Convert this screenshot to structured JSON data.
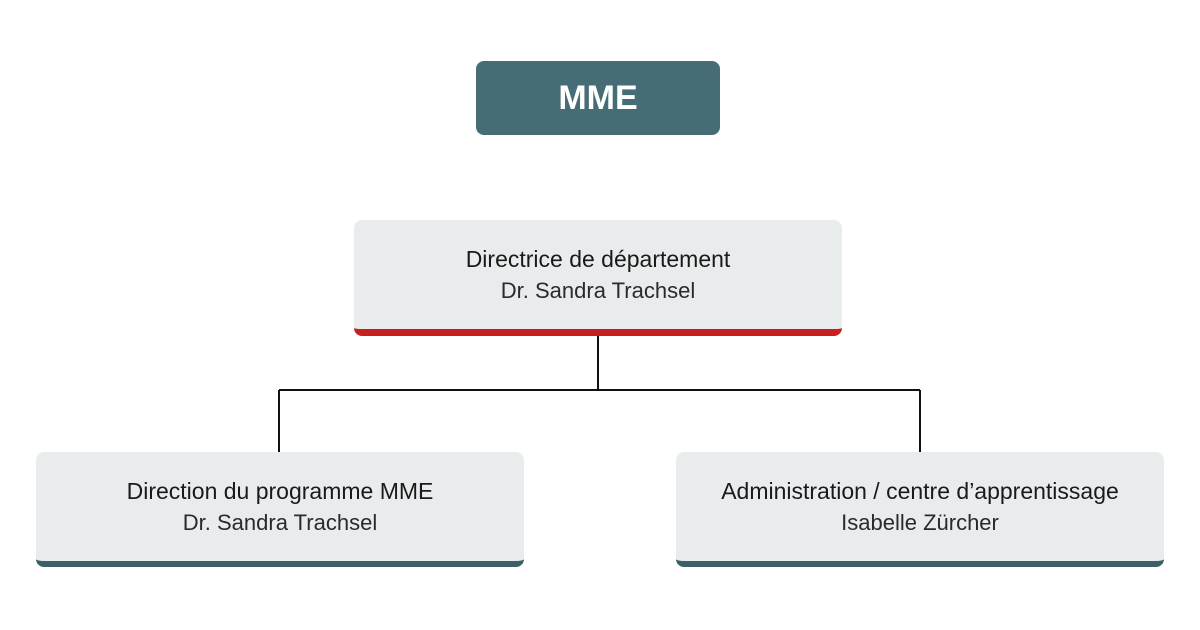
{
  "title": "MME",
  "nodes": {
    "head": {
      "role": "Directrice de département",
      "person": "Dr. Sandra Trachsel"
    },
    "left": {
      "role": "Direction du programme MME",
      "person": "Dr. Sandra Trachsel"
    },
    "right": {
      "role": "Administration / centre d’apprentissage",
      "person": "Isabelle Zürcher"
    }
  },
  "colors": {
    "title_box": "#466d75",
    "node_bg": "#e9eced",
    "head_accent": "#c8201e",
    "child_accent": "#3c5f66",
    "connector": "#111111"
  }
}
